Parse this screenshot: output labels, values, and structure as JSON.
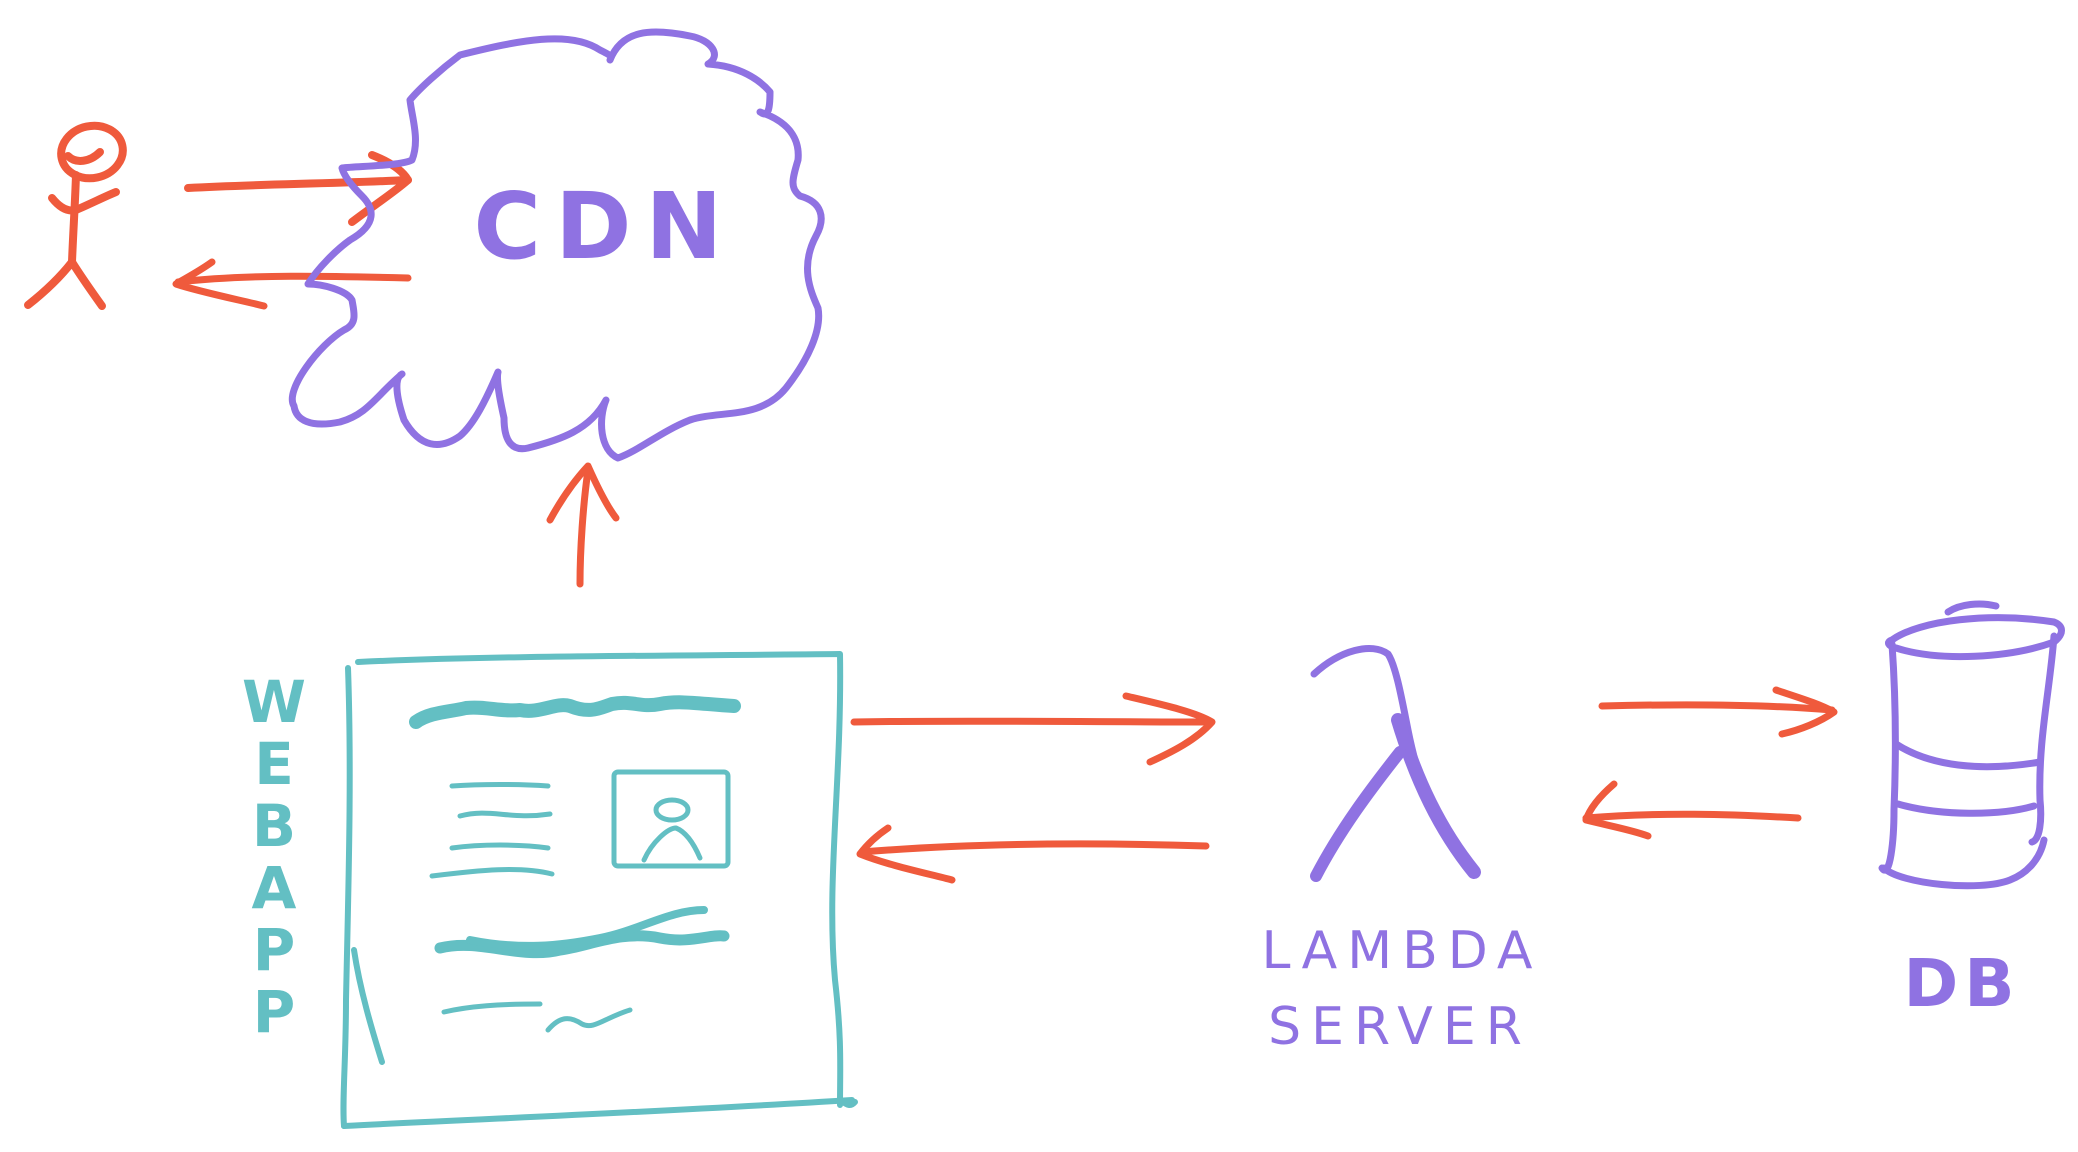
{
  "colors": {
    "arrow": "#ef5a3c",
    "purple": "#8f72e2",
    "teal": "#63bfc3",
    "background": "#ffffff"
  },
  "nodes": {
    "user": {
      "icon": "stick-figure-icon"
    },
    "cdn": {
      "label": "CDN",
      "icon": "cloud-icon"
    },
    "webapp": {
      "label": "WEBAPP",
      "icon": "browser-window-icon"
    },
    "lambda": {
      "symbol": "λ",
      "label_line1": "LAMBDA",
      "label_line2": "SERVER",
      "icon": "lambda-icon"
    },
    "db": {
      "label": "DB",
      "icon": "database-cylinder-icon"
    }
  },
  "edges": [
    {
      "from": "user",
      "to": "cdn"
    },
    {
      "from": "cdn",
      "to": "user"
    },
    {
      "from": "webapp",
      "to": "cdn"
    },
    {
      "from": "webapp",
      "to": "lambda"
    },
    {
      "from": "lambda",
      "to": "webapp"
    },
    {
      "from": "lambda",
      "to": "db"
    },
    {
      "from": "db",
      "to": "lambda"
    }
  ]
}
